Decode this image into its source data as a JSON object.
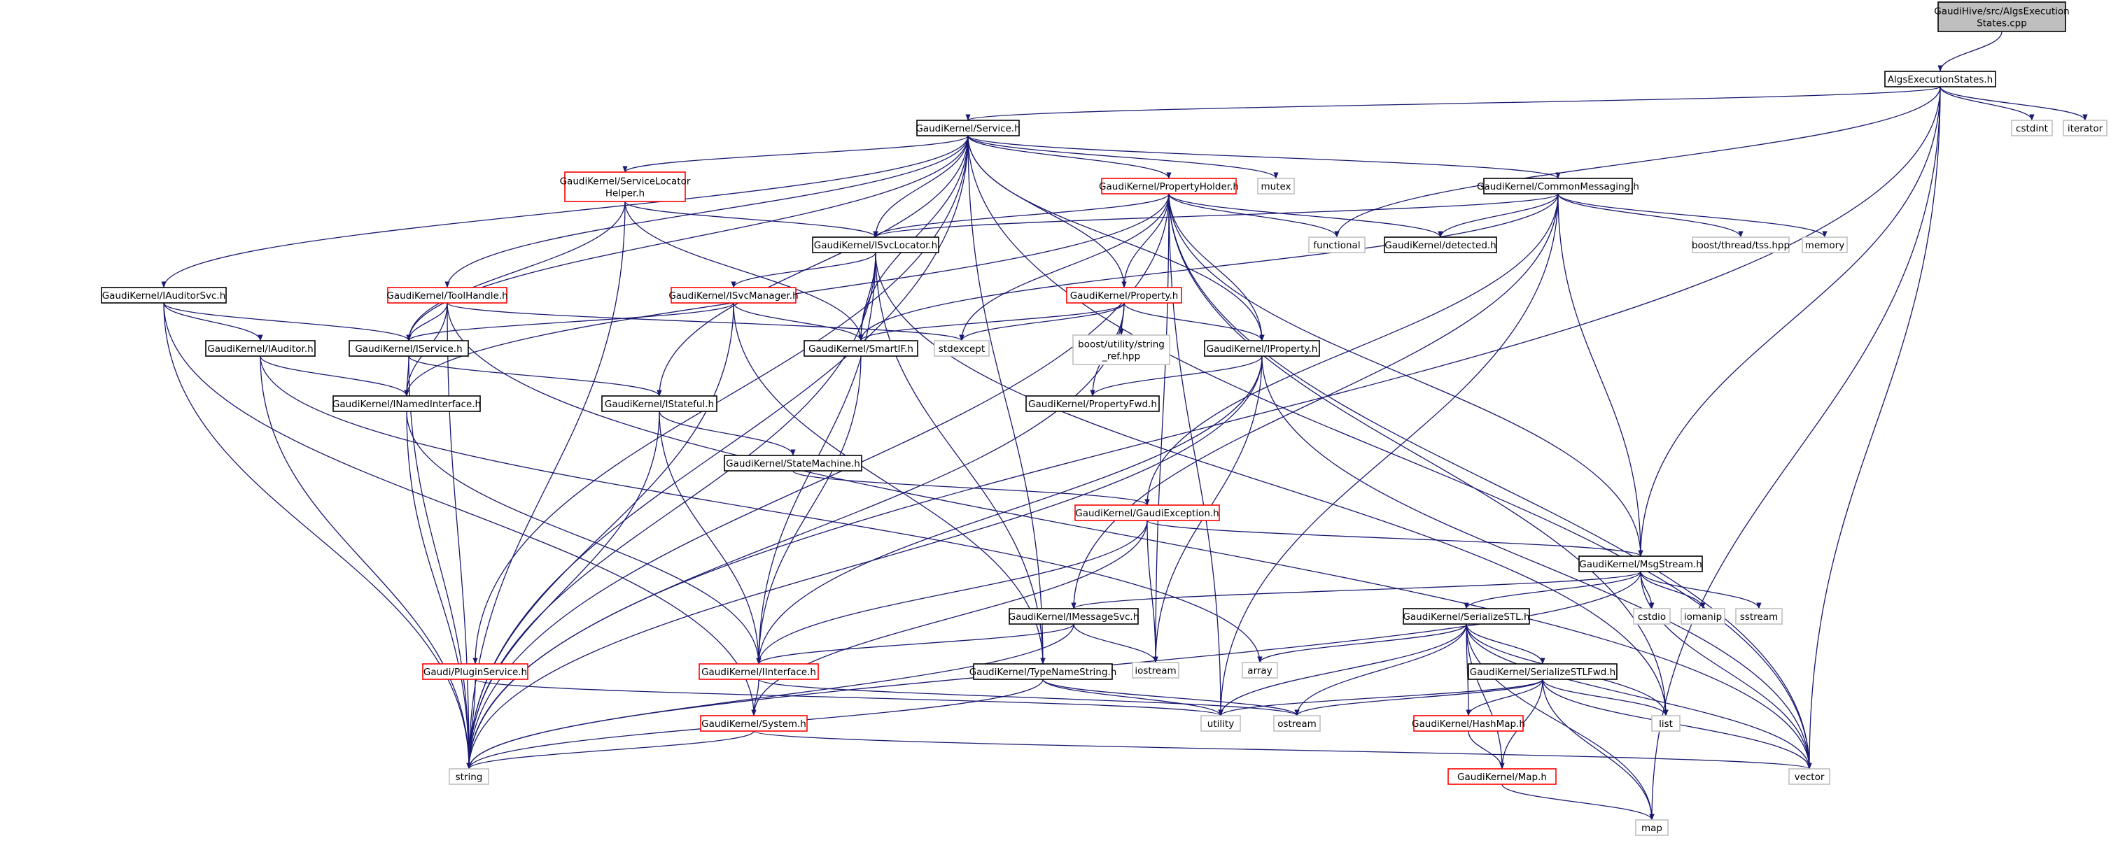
{
  "colors": {
    "edge": "#191970",
    "border_default": "#000000",
    "border_has_graph": "#ff0000",
    "border_external": "#bfbfbf",
    "fill_root": "#bfbfbf",
    "fill_default": "#ffffff",
    "text": "#000000",
    "text_external": "#404040"
  },
  "nodes": [
    {
      "id": "root",
      "lines": [
        "GaudiHive/src/AlgsExecution",
        "States.cpp"
      ],
      "kind": "root"
    },
    {
      "id": "algsExecutionStates",
      "lines": [
        "AlgsExecutionStates.h"
      ],
      "kind": "default"
    },
    {
      "id": "service",
      "lines": [
        "GaudiKernel/Service.h"
      ],
      "kind": "default"
    },
    {
      "id": "cstdint",
      "lines": [
        "cstdint"
      ],
      "kind": "external"
    },
    {
      "id": "iterator",
      "lines": [
        "iterator"
      ],
      "kind": "external"
    },
    {
      "id": "serviceLocatorHelper",
      "lines": [
        "GaudiKernel/ServiceLocator",
        "Helper.h"
      ],
      "kind": "linked"
    },
    {
      "id": "mutex",
      "lines": [
        "mutex"
      ],
      "kind": "external"
    },
    {
      "id": "propertyHolder",
      "lines": [
        "GaudiKernel/PropertyHolder.h"
      ],
      "kind": "linked"
    },
    {
      "id": "commonMessaging",
      "lines": [
        "GaudiKernel/CommonMessaging.h"
      ],
      "kind": "default"
    },
    {
      "id": "isvcLocator",
      "lines": [
        "GaudiKernel/ISvcLocator.h"
      ],
      "kind": "default"
    },
    {
      "id": "functional",
      "lines": [
        "functional"
      ],
      "kind": "external"
    },
    {
      "id": "detected",
      "lines": [
        "GaudiKernel/detected.h"
      ],
      "kind": "default"
    },
    {
      "id": "boostThread",
      "lines": [
        "boost/thread/tss.hpp"
      ],
      "kind": "external"
    },
    {
      "id": "memory",
      "lines": [
        "memory"
      ],
      "kind": "external"
    },
    {
      "id": "iauditorSvc",
      "lines": [
        "GaudiKernel/IAuditorSvc.h"
      ],
      "kind": "default"
    },
    {
      "id": "toolHandle",
      "lines": [
        "GaudiKernel/ToolHandle.h"
      ],
      "kind": "linked"
    },
    {
      "id": "isvcManager",
      "lines": [
        "GaudiKernel/ISvcManager.h"
      ],
      "kind": "linked"
    },
    {
      "id": "property",
      "lines": [
        "GaudiKernel/Property.h"
      ],
      "kind": "linked"
    },
    {
      "id": "iauditor",
      "lines": [
        "GaudiKernel/IAuditor.h"
      ],
      "kind": "default"
    },
    {
      "id": "iservice",
      "lines": [
        "GaudiKernel/IService.h"
      ],
      "kind": "default"
    },
    {
      "id": "stdexcept",
      "lines": [
        "stdexcept"
      ],
      "kind": "external"
    },
    {
      "id": "smartIF",
      "lines": [
        "GaudiKernel/SmartIF.h"
      ],
      "kind": "default"
    },
    {
      "id": "boostStringRef",
      "lines": [
        "boost/utility/string",
        "_ref.hpp"
      ],
      "kind": "external"
    },
    {
      "id": "iproperty",
      "lines": [
        "GaudiKernel/IProperty.h"
      ],
      "kind": "default"
    },
    {
      "id": "inamedInterface",
      "lines": [
        "GaudiKernel/INamedInterface.h"
      ],
      "kind": "default"
    },
    {
      "id": "istateful",
      "lines": [
        "GaudiKernel/IStateful.h"
      ],
      "kind": "default"
    },
    {
      "id": "propertyFwd",
      "lines": [
        "GaudiKernel/PropertyFwd.h"
      ],
      "kind": "default"
    },
    {
      "id": "stateMachine",
      "lines": [
        "GaudiKernel/StateMachine.h"
      ],
      "kind": "default"
    },
    {
      "id": "gaudiException",
      "lines": [
        "GaudiKernel/GaudiException.h"
      ],
      "kind": "linked"
    },
    {
      "id": "msgStream",
      "lines": [
        "GaudiKernel/MsgStream.h"
      ],
      "kind": "default"
    },
    {
      "id": "imessageSvc",
      "lines": [
        "GaudiKernel/IMessageSvc.h"
      ],
      "kind": "default"
    },
    {
      "id": "serializeSTL",
      "lines": [
        "GaudiKernel/SerializeSTL.h"
      ],
      "kind": "default"
    },
    {
      "id": "cstdio",
      "lines": [
        "cstdio"
      ],
      "kind": "external"
    },
    {
      "id": "iomanip",
      "lines": [
        "iomanip"
      ],
      "kind": "external"
    },
    {
      "id": "sstream",
      "lines": [
        "sstream"
      ],
      "kind": "external"
    },
    {
      "id": "iostream",
      "lines": [
        "iostream"
      ],
      "kind": "external"
    },
    {
      "id": "array",
      "lines": [
        "array"
      ],
      "kind": "external"
    },
    {
      "id": "pluginService",
      "lines": [
        "Gaudi/PluginService.h"
      ],
      "kind": "linked"
    },
    {
      "id": "iinterface",
      "lines": [
        "GaudiKernel/IInterface.h"
      ],
      "kind": "linked"
    },
    {
      "id": "typeNameString",
      "lines": [
        "GaudiKernel/TypeNameString.h"
      ],
      "kind": "default"
    },
    {
      "id": "serializeSTLFwd",
      "lines": [
        "GaudiKernel/SerializeSTLFwd.h"
      ],
      "kind": "default"
    },
    {
      "id": "system",
      "lines": [
        "GaudiKernel/System.h"
      ],
      "kind": "linked"
    },
    {
      "id": "utility",
      "lines": [
        "utility"
      ],
      "kind": "external"
    },
    {
      "id": "ostream",
      "lines": [
        "ostream"
      ],
      "kind": "external"
    },
    {
      "id": "hashMap",
      "lines": [
        "GaudiKernel/HashMap.h"
      ],
      "kind": "linked"
    },
    {
      "id": "list",
      "lines": [
        "list"
      ],
      "kind": "external"
    },
    {
      "id": "string",
      "lines": [
        "string"
      ],
      "kind": "external"
    },
    {
      "id": "vector",
      "lines": [
        "vector"
      ],
      "kind": "external"
    },
    {
      "id": "mapH",
      "lines": [
        "GaudiKernel/Map.h"
      ],
      "kind": "linked"
    },
    {
      "id": "map",
      "lines": [
        "map"
      ],
      "kind": "external"
    }
  ],
  "edges": [
    [
      "root",
      "algsExecutionStates"
    ],
    [
      "algsExecutionStates",
      "service"
    ],
    [
      "algsExecutionStates",
      "cstdint"
    ],
    [
      "algsExecutionStates",
      "iterator"
    ],
    [
      "algsExecutionStates",
      "string"
    ],
    [
      "algsExecutionStates",
      "vector"
    ],
    [
      "algsExecutionStates",
      "map"
    ],
    [
      "algsExecutionStates",
      "msgStream"
    ],
    [
      "algsExecutionStates",
      "functional"
    ],
    [
      "service",
      "serviceLocatorHelper"
    ],
    [
      "service",
      "mutex"
    ],
    [
      "service",
      "propertyHolder"
    ],
    [
      "service",
      "commonMessaging"
    ],
    [
      "service",
      "isvcLocator"
    ],
    [
      "service",
      "iauditorSvc"
    ],
    [
      "service",
      "toolHandle"
    ],
    [
      "service",
      "iservice"
    ],
    [
      "service",
      "smartIF"
    ],
    [
      "service",
      "property"
    ],
    [
      "service",
      "iproperty"
    ],
    [
      "service",
      "istateful"
    ],
    [
      "service",
      "pluginService"
    ],
    [
      "service",
      "string"
    ],
    [
      "service",
      "vector"
    ],
    [
      "service",
      "typeNameString"
    ],
    [
      "serviceLocatorHelper",
      "isvcLocator"
    ],
    [
      "serviceLocatorHelper",
      "iservice"
    ],
    [
      "serviceLocatorHelper",
      "smartIF"
    ],
    [
      "serviceLocatorHelper",
      "string"
    ],
    [
      "propertyHolder",
      "functional"
    ],
    [
      "propertyHolder",
      "detected"
    ],
    [
      "propertyHolder",
      "isvcLocator"
    ],
    [
      "propertyHolder",
      "property"
    ],
    [
      "propertyHolder",
      "iproperty"
    ],
    [
      "propertyHolder",
      "inamedInterface"
    ],
    [
      "propertyHolder",
      "stdexcept"
    ],
    [
      "propertyHolder",
      "iostream"
    ],
    [
      "propertyHolder",
      "utility"
    ],
    [
      "propertyHolder",
      "string"
    ],
    [
      "propertyHolder",
      "vector"
    ],
    [
      "propertyHolder",
      "msgStream"
    ],
    [
      "propertyHolder",
      "list"
    ],
    [
      "commonMessaging",
      "detected"
    ],
    [
      "commonMessaging",
      "boostThread"
    ],
    [
      "commonMessaging",
      "memory"
    ],
    [
      "commonMessaging",
      "isvcLocator"
    ],
    [
      "commonMessaging",
      "smartIF"
    ],
    [
      "commonMessaging",
      "msgStream"
    ],
    [
      "commonMessaging",
      "imessageSvc"
    ],
    [
      "commonMessaging",
      "gaudiException"
    ],
    [
      "commonMessaging",
      "utility"
    ],
    [
      "isvcLocator",
      "isvcManager"
    ],
    [
      "isvcLocator",
      "smartIF"
    ],
    [
      "isvcLocator",
      "iinterface"
    ],
    [
      "isvcLocator",
      "typeNameString"
    ],
    [
      "isvcLocator",
      "string"
    ],
    [
      "isvcLocator",
      "list"
    ],
    [
      "iauditorSvc",
      "iauditor"
    ],
    [
      "iauditorSvc",
      "iservice"
    ],
    [
      "iauditorSvc",
      "system"
    ],
    [
      "iauditorSvc",
      "string"
    ],
    [
      "toolHandle",
      "iservice"
    ],
    [
      "toolHandle",
      "inamedInterface"
    ],
    [
      "toolHandle",
      "stdexcept"
    ],
    [
      "toolHandle",
      "string"
    ],
    [
      "toolHandle",
      "vector"
    ],
    [
      "isvcManager",
      "iservice"
    ],
    [
      "isvcManager",
      "smartIF"
    ],
    [
      "isvcManager",
      "typeNameString"
    ],
    [
      "isvcManager",
      "string"
    ],
    [
      "property",
      "smartIF"
    ],
    [
      "property",
      "stdexcept"
    ],
    [
      "property",
      "boostStringRef"
    ],
    [
      "property",
      "iproperty"
    ],
    [
      "property",
      "propertyFwd"
    ],
    [
      "property",
      "string"
    ],
    [
      "iauditor",
      "inamedInterface"
    ],
    [
      "iauditor",
      "array"
    ],
    [
      "iauditor",
      "string"
    ],
    [
      "iservice",
      "inamedInterface"
    ],
    [
      "iservice",
      "istateful"
    ],
    [
      "iservice",
      "string"
    ],
    [
      "smartIF",
      "iinterface"
    ],
    [
      "iproperty",
      "propertyFwd"
    ],
    [
      "iproperty",
      "iinterface"
    ],
    [
      "iproperty",
      "iostream"
    ],
    [
      "iproperty",
      "vector"
    ],
    [
      "iproperty",
      "string"
    ],
    [
      "inamedInterface",
      "iinterface"
    ],
    [
      "inamedInterface",
      "string"
    ],
    [
      "istateful",
      "stateMachine"
    ],
    [
      "istateful",
      "iinterface"
    ],
    [
      "istateful",
      "string"
    ],
    [
      "stateMachine",
      "gaudiException"
    ],
    [
      "gaudiException",
      "msgStream"
    ],
    [
      "gaudiException",
      "iinterface"
    ],
    [
      "gaudiException",
      "system"
    ],
    [
      "gaudiException",
      "iostream"
    ],
    [
      "msgStream",
      "imessageSvc"
    ],
    [
      "msgStream",
      "serializeSTL"
    ],
    [
      "msgStream",
      "cstdio"
    ],
    [
      "msgStream",
      "iomanip"
    ],
    [
      "msgStream",
      "sstream"
    ],
    [
      "msgStream",
      "vector"
    ],
    [
      "msgStream",
      "string"
    ],
    [
      "imessageSvc",
      "iinterface"
    ],
    [
      "imessageSvc",
      "iostream"
    ],
    [
      "imessageSvc",
      "string"
    ],
    [
      "serializeSTL",
      "serializeSTLFwd"
    ],
    [
      "serializeSTL",
      "array"
    ],
    [
      "serializeSTL",
      "utility"
    ],
    [
      "serializeSTL",
      "ostream"
    ],
    [
      "serializeSTL",
      "hashMap"
    ],
    [
      "serializeSTL",
      "mapH"
    ],
    [
      "serializeSTL",
      "list"
    ],
    [
      "serializeSTL",
      "vector"
    ],
    [
      "serializeSTL",
      "map"
    ],
    [
      "pluginService",
      "string"
    ],
    [
      "pluginService",
      "utility"
    ],
    [
      "iinterface",
      "system"
    ],
    [
      "iinterface",
      "ostream"
    ],
    [
      "typeNameString",
      "string"
    ],
    [
      "typeNameString",
      "utility"
    ],
    [
      "typeNameString",
      "ostream"
    ],
    [
      "serializeSTLFwd",
      "utility"
    ],
    [
      "serializeSTLFwd",
      "ostream"
    ],
    [
      "serializeSTLFwd",
      "hashMap"
    ],
    [
      "serializeSTLFwd",
      "mapH"
    ],
    [
      "serializeSTLFwd",
      "list"
    ],
    [
      "serializeSTLFwd",
      "vector"
    ],
    [
      "serializeSTLFwd",
      "map"
    ],
    [
      "system",
      "string"
    ],
    [
      "system",
      "vector"
    ],
    [
      "hashMap",
      "mapH"
    ],
    [
      "mapH",
      "map"
    ]
  ]
}
